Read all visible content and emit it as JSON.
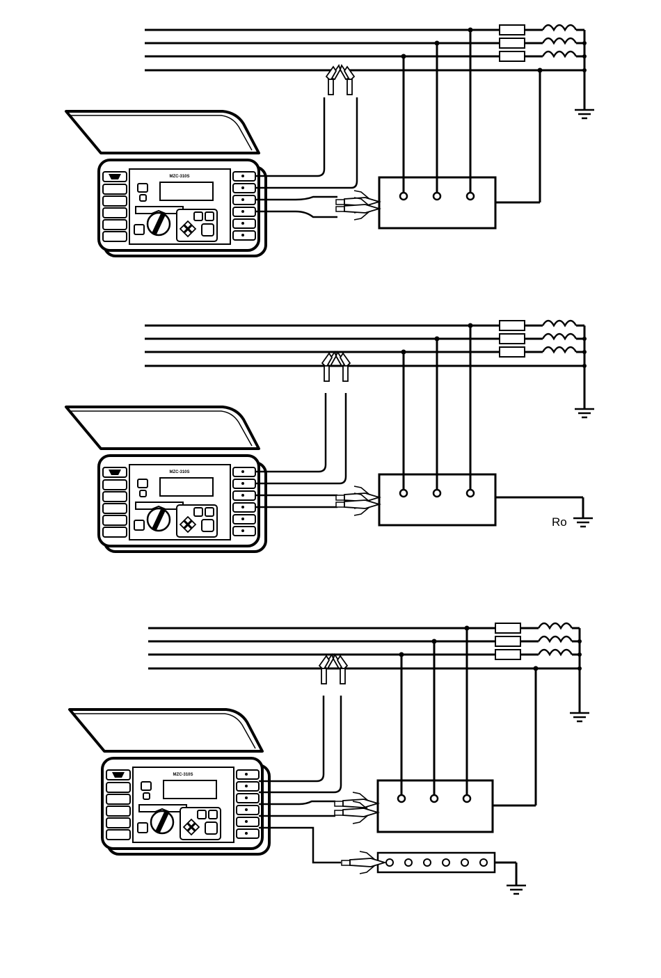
{
  "figures": [
    {
      "meter_model": "MZC-310S",
      "ground_label": ""
    },
    {
      "meter_model": "MZC-310S",
      "ground_label": "Ro"
    },
    {
      "meter_model": "MZC-310S",
      "ground_label": ""
    }
  ],
  "colors": {
    "line": "#000000",
    "background": "#ffffff",
    "panel": "#ffffff"
  }
}
